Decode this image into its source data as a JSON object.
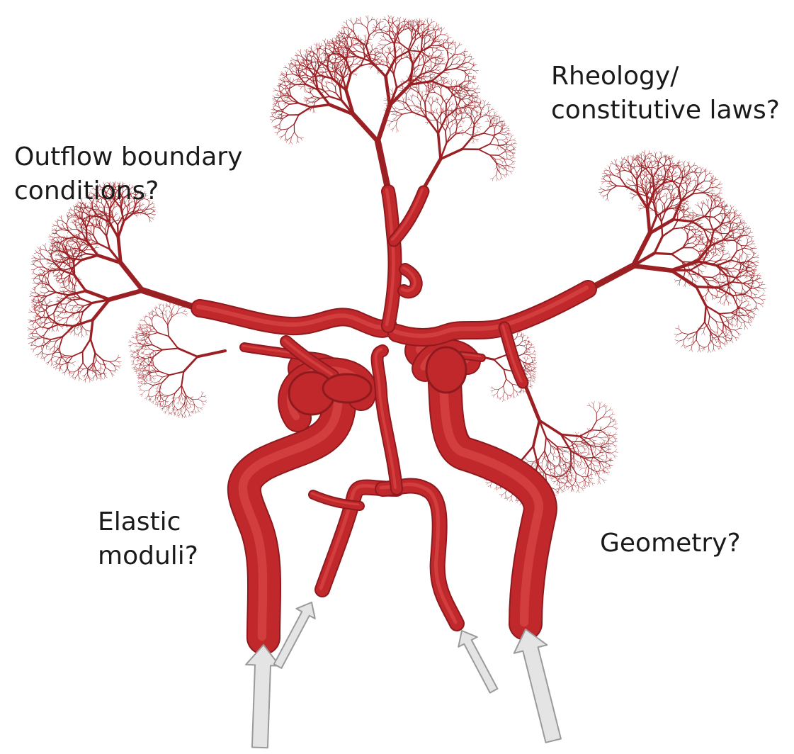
{
  "labels": {
    "rheology": [
      "Rheology/",
      "constitutive laws?"
    ],
    "outflow": [
      "Outflow boundary",
      "conditions?"
    ],
    "elastic": [
      "Elastic",
      "moduli?"
    ],
    "geometry": [
      "Geometry?"
    ]
  },
  "colors": {
    "vessel": "#c0282c",
    "vessel_dark": "#8e1a1e",
    "vessel_light": "#e0504f",
    "tree": "#9a2024",
    "arrow_fill": "#e4e4e4",
    "arrow_stroke": "#9a9a9a",
    "text": "#1a1a1a"
  },
  "icons": {
    "inflow": "inflow-arrow-icon",
    "tree": "vascular-tree-icon"
  }
}
